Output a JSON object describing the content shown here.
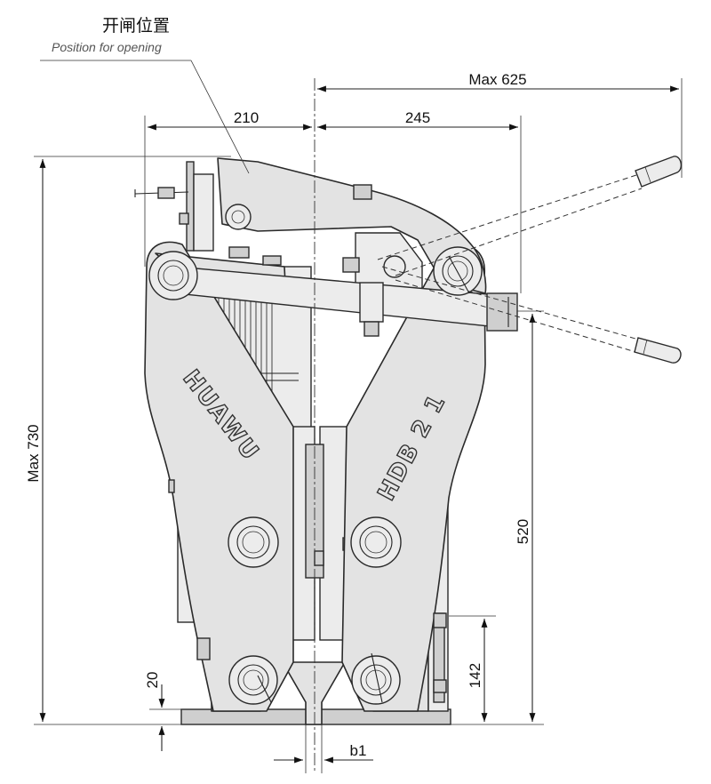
{
  "title": {
    "chinese": "开闸位置",
    "english": "Position for opening"
  },
  "dimensions": {
    "max_width": "Max 625",
    "left_half": "210",
    "right_half": "245",
    "max_height": "Max 730",
    "pivot_height": "520",
    "lower_pin_height": "142",
    "base_thickness": "20",
    "shoe_gap": "b1"
  },
  "logo": {
    "left_arm": "HUAWU",
    "right_arm": "HDB 2 1"
  },
  "colors": {
    "body_fill": "#e3e3e3",
    "outline": "#2a2a2a",
    "background": "#ffffff"
  }
}
